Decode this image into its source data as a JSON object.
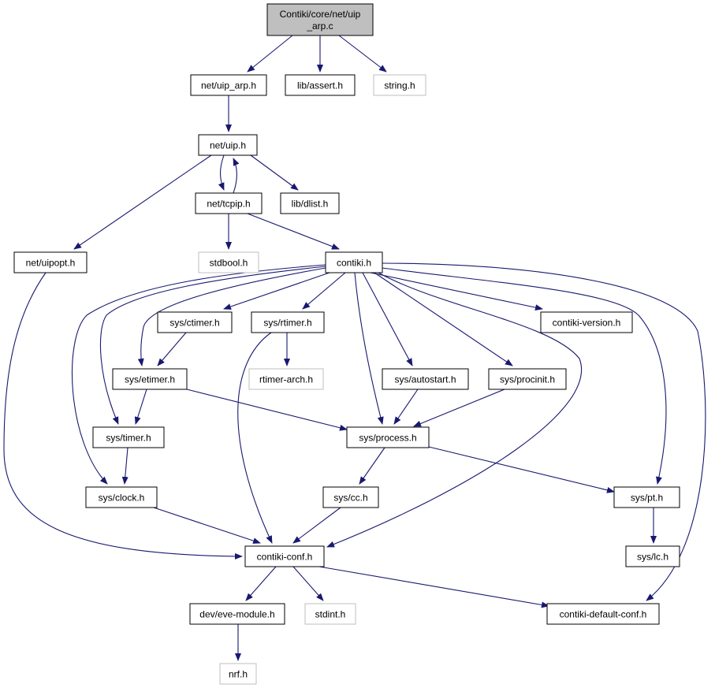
{
  "colors": {
    "edge": "#191970",
    "node_border": "#000000",
    "external_node_border": "#bfbfbf",
    "root_fill": "#bfbfbf",
    "node_fill": "#ffffff",
    "text": "#000000"
  },
  "nodes": [
    {
      "id": "uip_arp_c",
      "lines": [
        "Contiki/core/net/uip",
        "_arp.c"
      ],
      "kind": "root"
    },
    {
      "id": "net_uip_arp_h",
      "lines": [
        "net/uip_arp.h"
      ],
      "kind": "internal"
    },
    {
      "id": "lib_assert_h",
      "lines": [
        "lib/assert.h"
      ],
      "kind": "internal"
    },
    {
      "id": "string_h",
      "lines": [
        "string.h"
      ],
      "kind": "external"
    },
    {
      "id": "net_uip_h",
      "lines": [
        "net/uip.h"
      ],
      "kind": "internal"
    },
    {
      "id": "net_tcpip_h",
      "lines": [
        "net/tcpip.h"
      ],
      "kind": "internal"
    },
    {
      "id": "lib_dlist_h",
      "lines": [
        "lib/dlist.h"
      ],
      "kind": "internal"
    },
    {
      "id": "net_uipopt_h",
      "lines": [
        "net/uipopt.h"
      ],
      "kind": "internal"
    },
    {
      "id": "stdbool_h",
      "lines": [
        "stdbool.h"
      ],
      "kind": "external"
    },
    {
      "id": "contiki_h",
      "lines": [
        "contiki.h"
      ],
      "kind": "internal"
    },
    {
      "id": "sys_ctimer_h",
      "lines": [
        "sys/ctimer.h"
      ],
      "kind": "internal"
    },
    {
      "id": "sys_rtimer_h",
      "lines": [
        "sys/rtimer.h"
      ],
      "kind": "internal"
    },
    {
      "id": "contiki_version_h",
      "lines": [
        "contiki-version.h"
      ],
      "kind": "internal"
    },
    {
      "id": "sys_etimer_h",
      "lines": [
        "sys/etimer.h"
      ],
      "kind": "internal"
    },
    {
      "id": "rtimer_arch_h",
      "lines": [
        "rtimer-arch.h"
      ],
      "kind": "external"
    },
    {
      "id": "sys_autostart_h",
      "lines": [
        "sys/autostart.h"
      ],
      "kind": "internal"
    },
    {
      "id": "sys_procinit_h",
      "lines": [
        "sys/procinit.h"
      ],
      "kind": "internal"
    },
    {
      "id": "sys_timer_h",
      "lines": [
        "sys/timer.h"
      ],
      "kind": "internal"
    },
    {
      "id": "sys_process_h",
      "lines": [
        "sys/process.h"
      ],
      "kind": "internal"
    },
    {
      "id": "sys_clock_h",
      "lines": [
        "sys/clock.h"
      ],
      "kind": "internal"
    },
    {
      "id": "sys_cc_h",
      "lines": [
        "sys/cc.h"
      ],
      "kind": "internal"
    },
    {
      "id": "sys_pt_h",
      "lines": [
        "sys/pt.h"
      ],
      "kind": "internal"
    },
    {
      "id": "contiki_conf_h",
      "lines": [
        "contiki-conf.h"
      ],
      "kind": "internal"
    },
    {
      "id": "sys_lc_h",
      "lines": [
        "sys/lc.h"
      ],
      "kind": "internal"
    },
    {
      "id": "dev_eve_module_h",
      "lines": [
        "dev/eve-module.h"
      ],
      "kind": "internal"
    },
    {
      "id": "stdint_h",
      "lines": [
        "stdint.h"
      ],
      "kind": "external"
    },
    {
      "id": "contiki_default_conf_h",
      "lines": [
        "contiki-default-conf.h"
      ],
      "kind": "internal"
    },
    {
      "id": "nrf_h",
      "lines": [
        "nrf.h"
      ],
      "kind": "external"
    }
  ],
  "edges": [
    {
      "from": "uip_arp_c",
      "to": "net_uip_arp_h"
    },
    {
      "from": "uip_arp_c",
      "to": "lib_assert_h"
    },
    {
      "from": "uip_arp_c",
      "to": "string_h"
    },
    {
      "from": "net_uip_arp_h",
      "to": "net_uip_h"
    },
    {
      "from": "net_uip_h",
      "to": "net_tcpip_h"
    },
    {
      "from": "net_tcpip_h",
      "to": "net_uip_h"
    },
    {
      "from": "net_uip_h",
      "to": "lib_dlist_h"
    },
    {
      "from": "net_uip_h",
      "to": "net_uipopt_h"
    },
    {
      "from": "net_tcpip_h",
      "to": "stdbool_h"
    },
    {
      "from": "net_tcpip_h",
      "to": "contiki_h"
    },
    {
      "from": "net_uipopt_h",
      "to": "contiki_conf_h"
    },
    {
      "from": "contiki_h",
      "to": "sys_ctimer_h"
    },
    {
      "from": "contiki_h",
      "to": "sys_rtimer_h"
    },
    {
      "from": "contiki_h",
      "to": "contiki_version_h"
    },
    {
      "from": "contiki_h",
      "to": "sys_etimer_h"
    },
    {
      "from": "contiki_h",
      "to": "sys_timer_h"
    },
    {
      "from": "contiki_h",
      "to": "sys_clock_h"
    },
    {
      "from": "contiki_h",
      "to": "sys_process_h"
    },
    {
      "from": "contiki_h",
      "to": "sys_autostart_h"
    },
    {
      "from": "contiki_h",
      "to": "sys_procinit_h"
    },
    {
      "from": "contiki_h",
      "to": "contiki_conf_h"
    },
    {
      "from": "contiki_h",
      "to": "sys_pt_h"
    },
    {
      "from": "contiki_h",
      "to": "contiki_default_conf_h"
    },
    {
      "from": "sys_ctimer_h",
      "to": "sys_etimer_h"
    },
    {
      "from": "sys_rtimer_h",
      "to": "rtimer_arch_h"
    },
    {
      "from": "sys_rtimer_h",
      "to": "contiki_conf_h"
    },
    {
      "from": "sys_etimer_h",
      "to": "sys_timer_h"
    },
    {
      "from": "sys_etimer_h",
      "to": "sys_process_h"
    },
    {
      "from": "sys_autostart_h",
      "to": "sys_process_h"
    },
    {
      "from": "sys_procinit_h",
      "to": "sys_process_h"
    },
    {
      "from": "sys_timer_h",
      "to": "sys_clock_h"
    },
    {
      "from": "sys_process_h",
      "to": "sys_cc_h"
    },
    {
      "from": "sys_process_h",
      "to": "sys_pt_h"
    },
    {
      "from": "sys_clock_h",
      "to": "contiki_conf_h"
    },
    {
      "from": "sys_cc_h",
      "to": "contiki_conf_h"
    },
    {
      "from": "sys_pt_h",
      "to": "sys_lc_h"
    },
    {
      "from": "contiki_conf_h",
      "to": "dev_eve_module_h"
    },
    {
      "from": "contiki_conf_h",
      "to": "stdint_h"
    },
    {
      "from": "contiki_conf_h",
      "to": "contiki_default_conf_h"
    },
    {
      "from": "dev_eve_module_h",
      "to": "nrf_h"
    }
  ]
}
